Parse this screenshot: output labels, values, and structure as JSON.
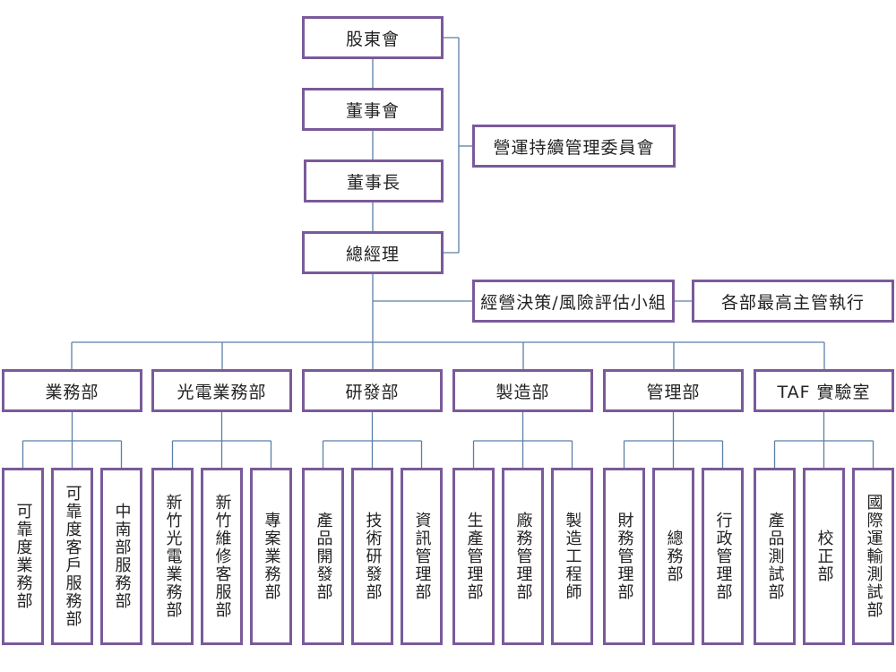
{
  "top": {
    "shareholders": "股東會",
    "board": "董事會",
    "chairman": "董事長",
    "gm": "總經理"
  },
  "committee": "營運持續管理委員會",
  "risk_group": "經營決策/風險評估小組",
  "executives": "各部最高主管執行",
  "departments": [
    {
      "name": "業務部",
      "units": [
        "可靠度業務部",
        "可靠度客戶服務部",
        "中南部服務部"
      ]
    },
    {
      "name": "光電業務部",
      "units": [
        "新竹光電業務部",
        "新竹維修客服部",
        "專案業務部"
      ]
    },
    {
      "name": "研發部",
      "units": [
        "產品開發部",
        "技術研發部",
        "資訊管理部"
      ]
    },
    {
      "name": "製造部",
      "units": [
        "生產管理部",
        "廠務管理部",
        "製造工程師"
      ]
    },
    {
      "name": "管理部",
      "units": [
        "財務管理部",
        "總務部",
        "行政管理部"
      ]
    },
    {
      "name": "TAF 實驗室",
      "units": [
        "產品測試部",
        "校正部",
        "國際運輸測試部"
      ]
    }
  ],
  "colors": {
    "box_border": "#7a5a9a",
    "connector": "#5b7fa8"
  }
}
